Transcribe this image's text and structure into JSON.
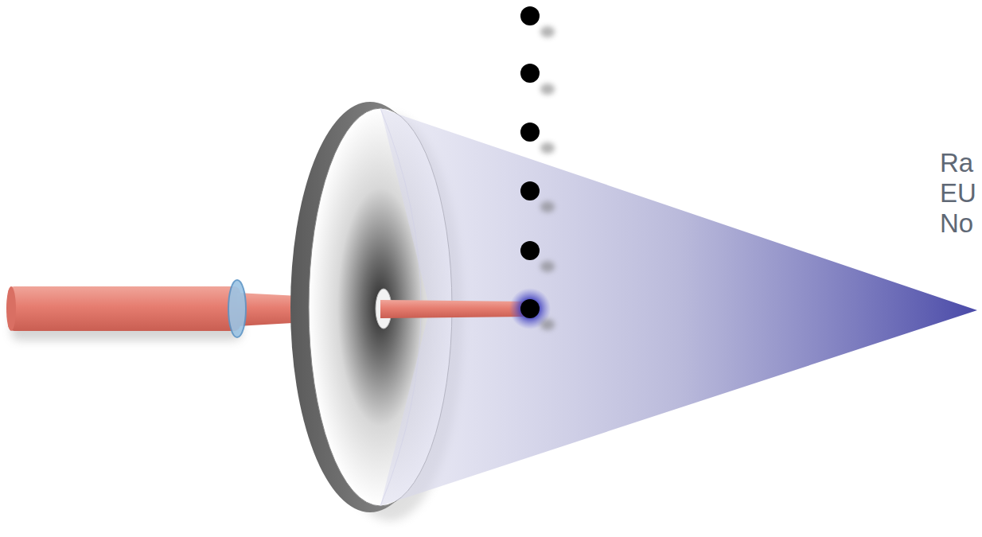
{
  "diagram": {
    "labels": [
      "Ra",
      "EU",
      "No"
    ]
  }
}
